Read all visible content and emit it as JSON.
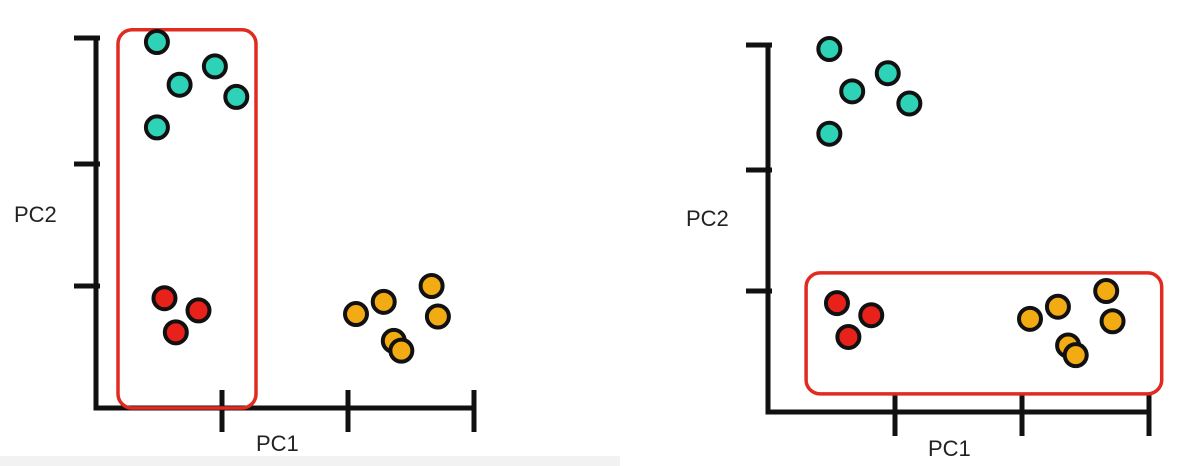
{
  "colors": {
    "cyan": "#2ed3b7",
    "red": "#e8221b",
    "orange": "#f2ab12",
    "highlight": "#e02b20"
  },
  "chart_data": [
    {
      "type": "scatter",
      "xlabel": "PC1",
      "ylabel": "PC2",
      "xlim": [
        0,
        3
      ],
      "ylim": [
        0,
        3
      ],
      "x_ticks": [
        1,
        2,
        3
      ],
      "y_ticks": [
        1,
        2,
        3
      ],
      "highlight": {
        "shape": "vertical-box",
        "x": [
          0,
          1
        ],
        "y": [
          0,
          3.1
        ]
      },
      "series": [
        {
          "color": "cyan",
          "points": [
            [
              0.42,
              3.0
            ],
            [
              0.6,
              2.65
            ],
            [
              0.88,
              2.8
            ],
            [
              1.05,
              2.55
            ],
            [
              0.42,
              2.3
            ]
          ]
        },
        {
          "color": "red",
          "points": [
            [
              0.48,
              0.9
            ],
            [
              0.75,
              0.8
            ],
            [
              0.57,
              0.62
            ]
          ]
        },
        {
          "color": "orange",
          "points": [
            [
              2.0,
              0.77
            ],
            [
              2.22,
              0.87
            ],
            [
              2.6,
              1.0
            ],
            [
              2.3,
              0.55
            ],
            [
              2.65,
              0.75
            ],
            [
              2.36,
              0.47
            ]
          ]
        }
      ]
    },
    {
      "type": "scatter",
      "xlabel": "PC1",
      "ylabel": "PC2",
      "xlim": [
        0,
        3
      ],
      "ylim": [
        0,
        3
      ],
      "x_ticks": [
        1,
        2,
        3
      ],
      "y_ticks": [
        1,
        2,
        3
      ],
      "highlight": {
        "shape": "horizontal-box",
        "x": [
          0.3,
          3.1
        ],
        "y": [
          0.15,
          1.15
        ]
      },
      "series": [
        {
          "color": "cyan",
          "points": [
            [
              0.42,
              3.0
            ],
            [
              0.6,
              2.65
            ],
            [
              0.88,
              2.8
            ],
            [
              1.05,
              2.55
            ],
            [
              0.42,
              2.3
            ]
          ]
        },
        {
          "color": "red",
          "points": [
            [
              0.48,
              0.9
            ],
            [
              0.75,
              0.8
            ],
            [
              0.57,
              0.62
            ]
          ]
        },
        {
          "color": "orange",
          "points": [
            [
              2.0,
              0.77
            ],
            [
              2.22,
              0.87
            ],
            [
              2.6,
              1.0
            ],
            [
              2.3,
              0.55
            ],
            [
              2.65,
              0.75
            ],
            [
              2.36,
              0.47
            ]
          ]
        }
      ]
    }
  ]
}
